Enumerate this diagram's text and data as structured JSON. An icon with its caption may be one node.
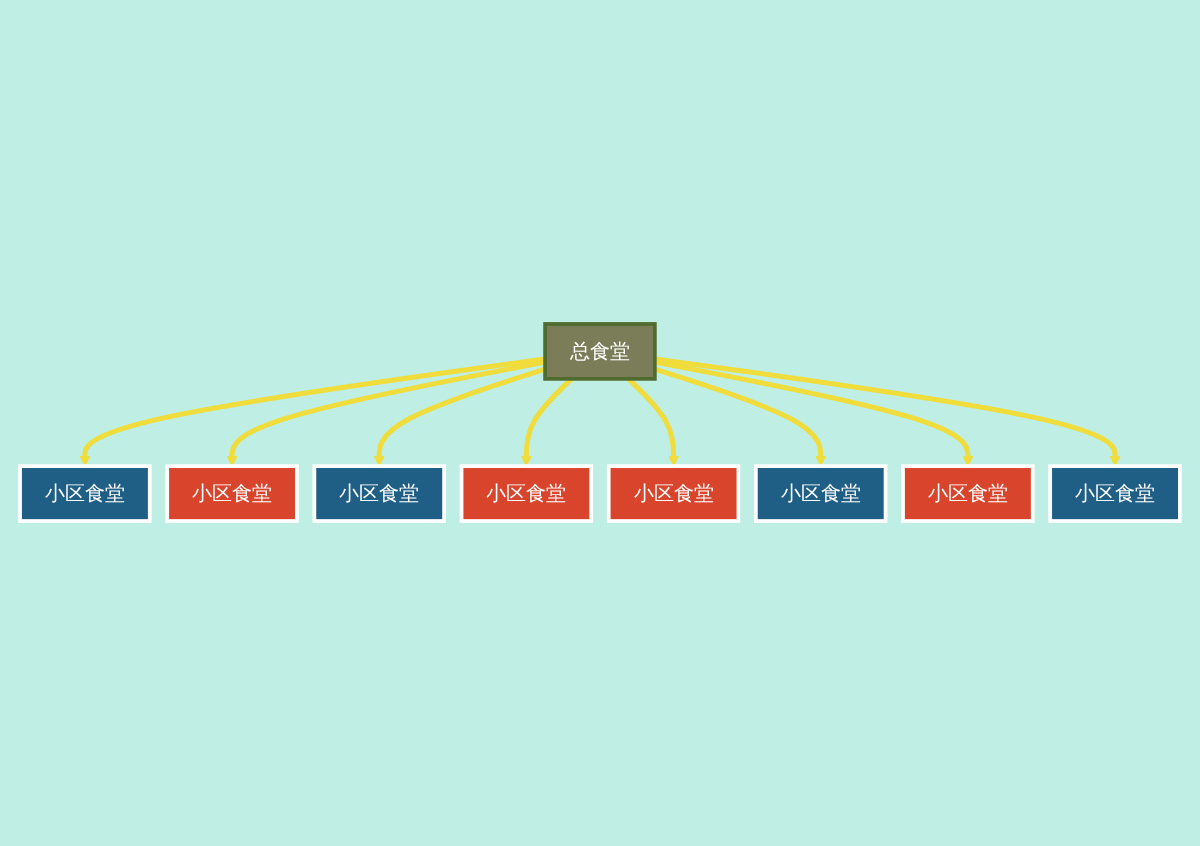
{
  "diagram": {
    "nodes": [
      {
        "text": [
          "总食堂"
        ]
      },
      {
        "text": [
          "小区食堂"
        ]
      },
      {
        "text": [
          "小区食堂"
        ]
      },
      {
        "text": [
          "小区食堂"
        ]
      },
      {
        "text": [
          "小区食堂"
        ]
      },
      {
        "text": [
          "小区食堂"
        ]
      },
      {
        "text": [
          "小区食堂"
        ]
      },
      {
        "text": [
          "小区食堂"
        ]
      },
      {
        "text": [
          "小区食堂"
        ]
      }
    ],
    "edges": [
      {
        "from": 0,
        "to": 1,
        "arrow": "to"
      },
      {
        "from": 0,
        "to": 2,
        "arrow": "to"
      },
      {
        "from": 0,
        "to": 3,
        "arrow": "to"
      },
      {
        "from": 0,
        "to": 4,
        "arrow": "to"
      },
      {
        "from": 0,
        "to": 5,
        "arrow": "to"
      },
      {
        "from": 0,
        "to": 6,
        "arrow": "to"
      },
      {
        "from": 0,
        "to": 7,
        "arrow": "to"
      },
      {
        "from": 0,
        "to": 8,
        "arrow": "to"
      }
    ]
  }
}
